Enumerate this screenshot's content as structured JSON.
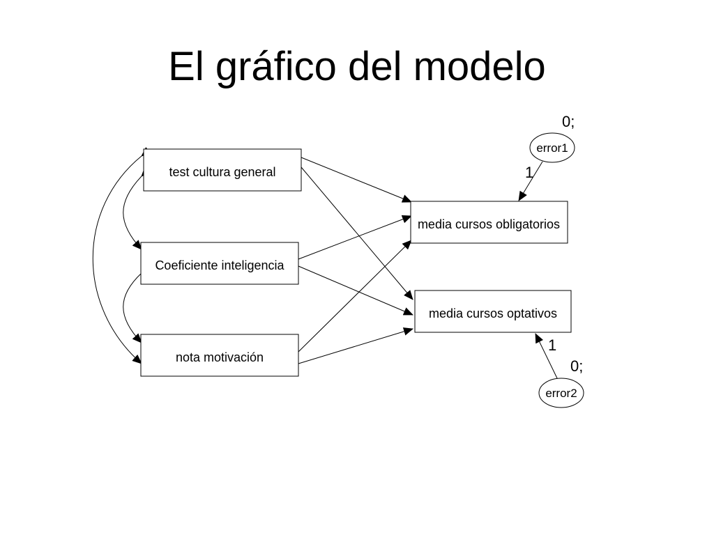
{
  "slide": {
    "title": "El gráfico del modelo"
  },
  "diagram": {
    "exogenous_variables": [
      "test cultura general",
      "Coeficiente inteligencia",
      "nota motivación"
    ],
    "endogenous_variables": [
      "media cursos obligatorios",
      "media cursos optativos"
    ],
    "error_terms": [
      {
        "name": "error1",
        "mean_label": "0;",
        "path_weight": "1"
      },
      {
        "name": "error2",
        "mean_label": "0;",
        "path_weight": "1"
      }
    ]
  }
}
